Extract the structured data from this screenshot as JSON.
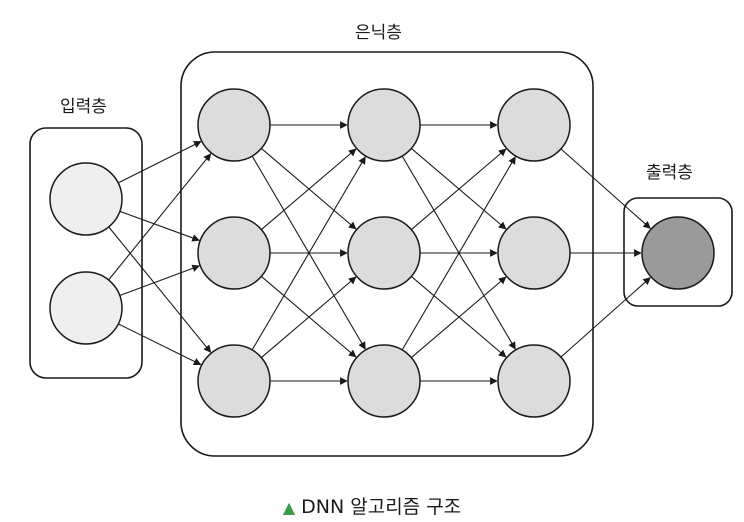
{
  "labels": {
    "input_layer": "입력층",
    "hidden_layer": "은닉층",
    "output_layer": "출력층"
  },
  "caption": {
    "marker": "▲",
    "text": "DNN 알고리즘 구조"
  },
  "colors": {
    "input_node": "#efefef",
    "hidden_node": "#dcdcdc",
    "output_node": "#9a9a9a",
    "stroke": "#1a1a1a",
    "caption_marker": "#3d9a4a"
  },
  "network": {
    "layers": [
      {
        "name": "input",
        "nodes": 2
      },
      {
        "name": "hidden-1",
        "nodes": 3
      },
      {
        "name": "hidden-2",
        "nodes": 3
      },
      {
        "name": "hidden-3",
        "nodes": 3
      },
      {
        "name": "output",
        "nodes": 1
      }
    ],
    "fully_connected": true
  }
}
